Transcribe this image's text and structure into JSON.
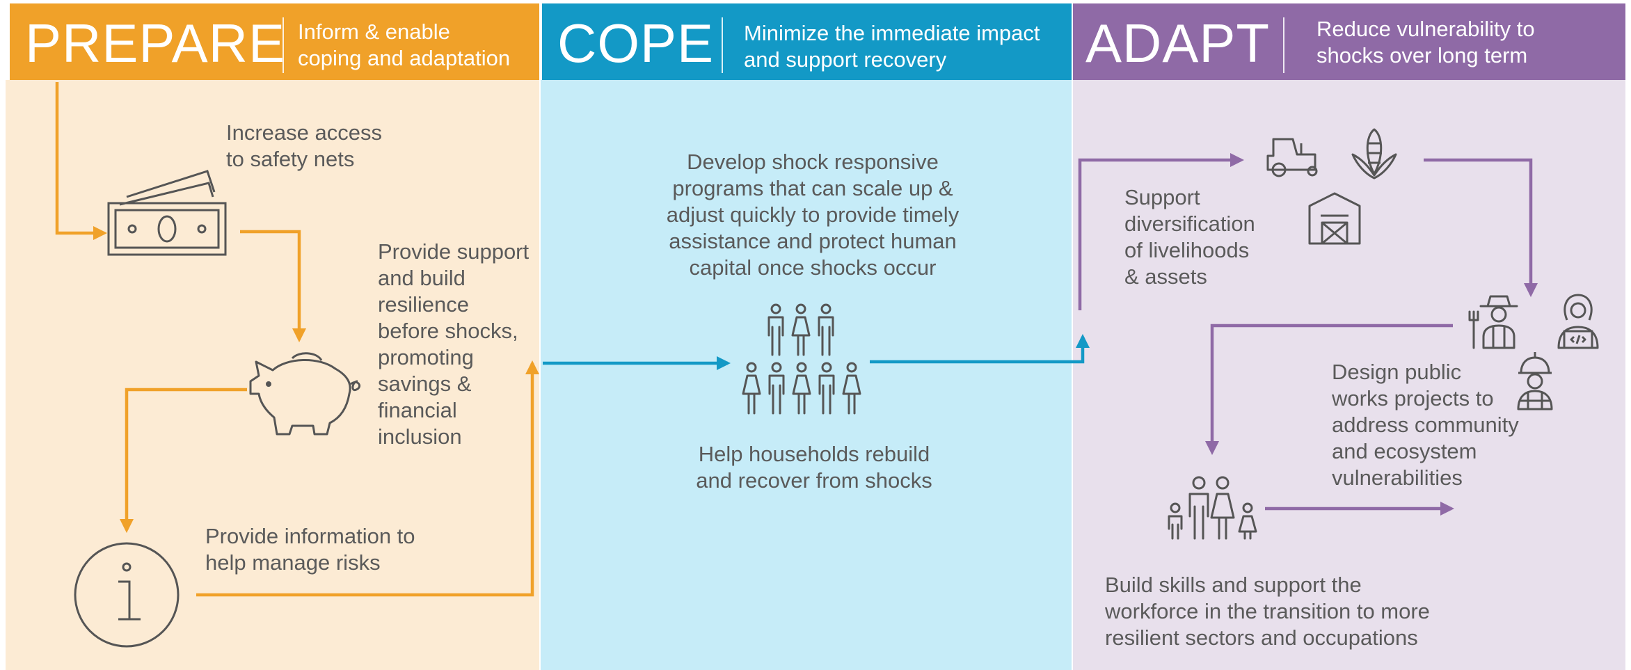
{
  "colors": {
    "prepare": "#f0a129",
    "cope": "#1399c6",
    "adapt": "#8f6aa6"
  },
  "prepare": {
    "title": "PREPARE",
    "subtitle_1": "Inform & enable",
    "subtitle_2": "coping and adaptation",
    "safety_nets_1": "Increase access",
    "safety_nets_2": "to safety nets",
    "support": [
      "Provide support",
      "and build",
      "resilience",
      "before shocks,",
      "promoting",
      "savings &",
      "financial",
      "inclusion"
    ],
    "info_1": "Provide information to",
    "info_2": "help manage risks"
  },
  "cope": {
    "title": "COPE",
    "subtitle_1": "Minimize the immediate impact",
    "subtitle_2": "and support recovery",
    "programs": [
      "Develop shock responsive",
      "programs that can scale up &",
      "adjust quickly to provide timely",
      "assistance and protect human",
      "capital once shocks occur"
    ],
    "rebuild_1": "Help households rebuild",
    "rebuild_2": "and recover from shocks"
  },
  "adapt": {
    "title": "ADAPT",
    "subtitle_1": "Reduce vulnerability to",
    "subtitle_2": "shocks over long term",
    "diversify": [
      "Support",
      "diversification",
      "of livelihoods",
      "& assets"
    ],
    "public_works": [
      "Design public",
      "works projects to",
      "address community",
      "and ecosystem",
      "vulnerabilities"
    ],
    "skills": [
      "Build skills and support the",
      "workforce in the transition to more",
      "resilient sectors and occupations"
    ]
  },
  "icons": [
    "cash-icon",
    "piggy-bank-icon",
    "info-icon",
    "people-group-icon",
    "tractor-icon",
    "corn-icon",
    "barn-icon",
    "farmer-icon",
    "programmer-icon",
    "construction-worker-icon",
    "family-icon"
  ]
}
